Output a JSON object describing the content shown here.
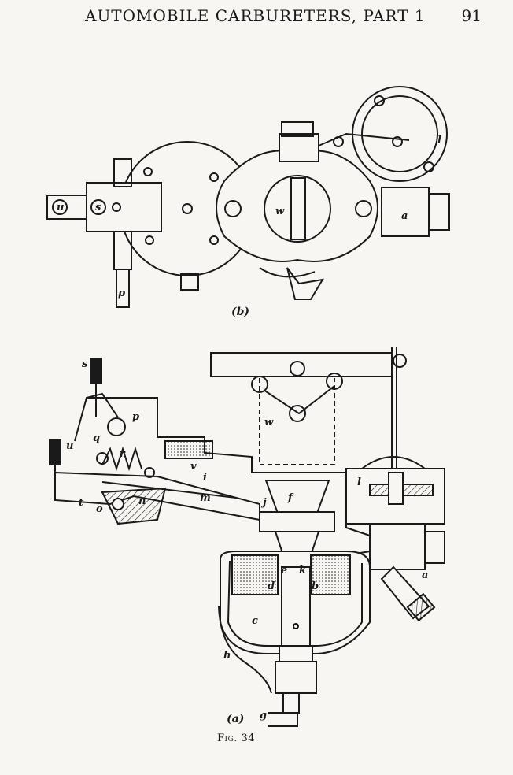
{
  "header": {
    "running_head": "AUTOMOBILE CARBURETERS, PART 1",
    "page_number": "91"
  },
  "figure": {
    "view_b": {
      "caption": "(b)",
      "labels": [
        "u",
        "s",
        "w",
        "a",
        "l",
        "p"
      ]
    },
    "view_a": {
      "caption": "(a)",
      "labels": [
        "s",
        "t",
        "u",
        "p",
        "q",
        "r",
        "o",
        "n",
        "m",
        "v",
        "i",
        "w",
        "j",
        "f",
        "l",
        "a",
        "e",
        "k",
        "d",
        "b",
        "c",
        "h",
        "g"
      ]
    },
    "caption": "Fig. 34"
  }
}
